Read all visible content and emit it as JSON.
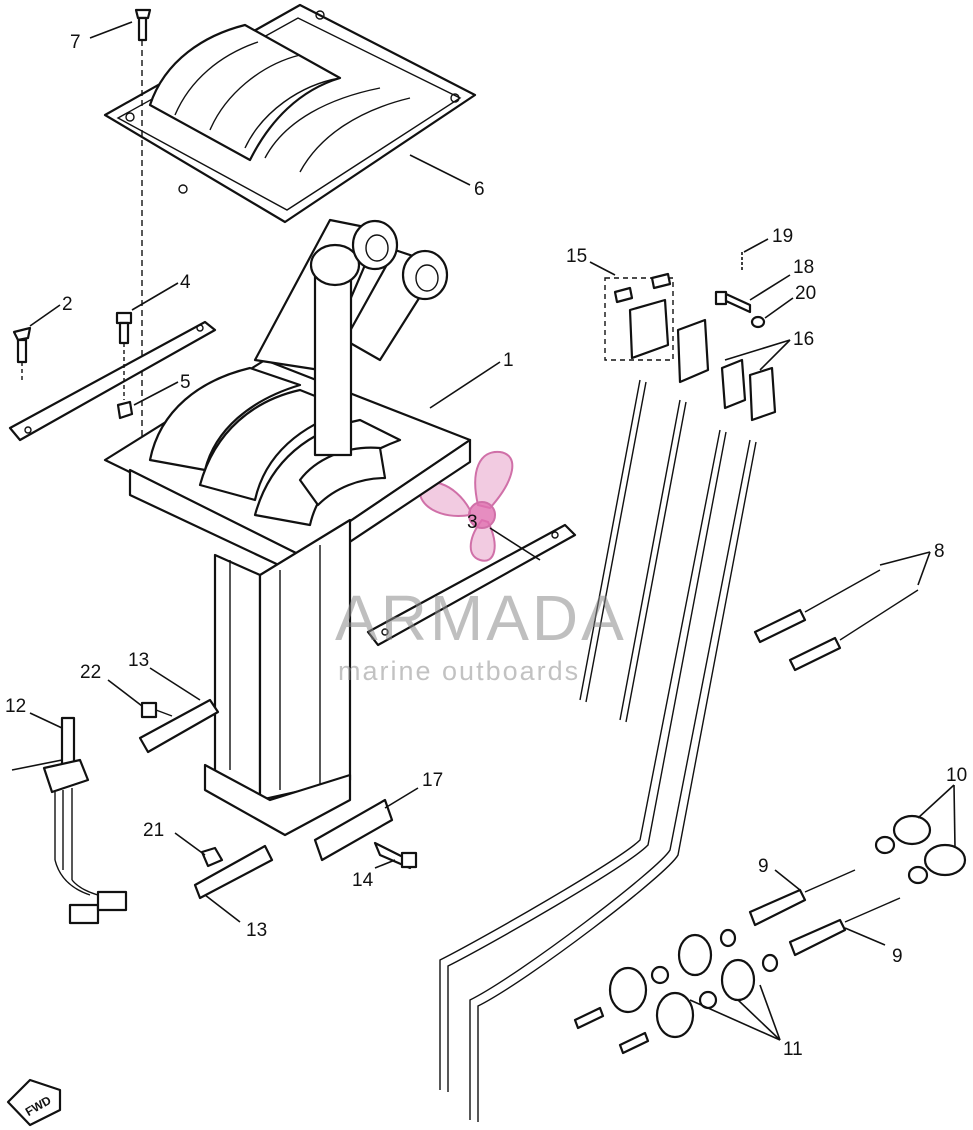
{
  "callouts": [
    {
      "id": "c1",
      "text": "1"
    },
    {
      "id": "c2",
      "text": "2"
    },
    {
      "id": "c3",
      "text": "3"
    },
    {
      "id": "c4",
      "text": "4"
    },
    {
      "id": "c5",
      "text": "5"
    },
    {
      "id": "c6",
      "text": "6"
    },
    {
      "id": "c7",
      "text": "7"
    },
    {
      "id": "c8",
      "text": "8"
    },
    {
      "id": "c9a",
      "text": "9"
    },
    {
      "id": "c9b",
      "text": "9"
    },
    {
      "id": "c10",
      "text": "10"
    },
    {
      "id": "c11",
      "text": "11"
    },
    {
      "id": "c12",
      "text": "12"
    },
    {
      "id": "c13a",
      "text": "13"
    },
    {
      "id": "c13b",
      "text": "13"
    },
    {
      "id": "c14",
      "text": "14"
    },
    {
      "id": "c15",
      "text": "15"
    },
    {
      "id": "c16",
      "text": "16"
    },
    {
      "id": "c17",
      "text": "17"
    },
    {
      "id": "c18",
      "text": "18"
    },
    {
      "id": "c19",
      "text": "19"
    },
    {
      "id": "c20",
      "text": "20"
    },
    {
      "id": "c21",
      "text": "21"
    },
    {
      "id": "c22",
      "text": "22"
    }
  ],
  "watermark": {
    "brand": "ARMADA",
    "tagline": "marine outboards",
    "logo_color": "#e8a0c8"
  },
  "direction_tag": "FWD"
}
